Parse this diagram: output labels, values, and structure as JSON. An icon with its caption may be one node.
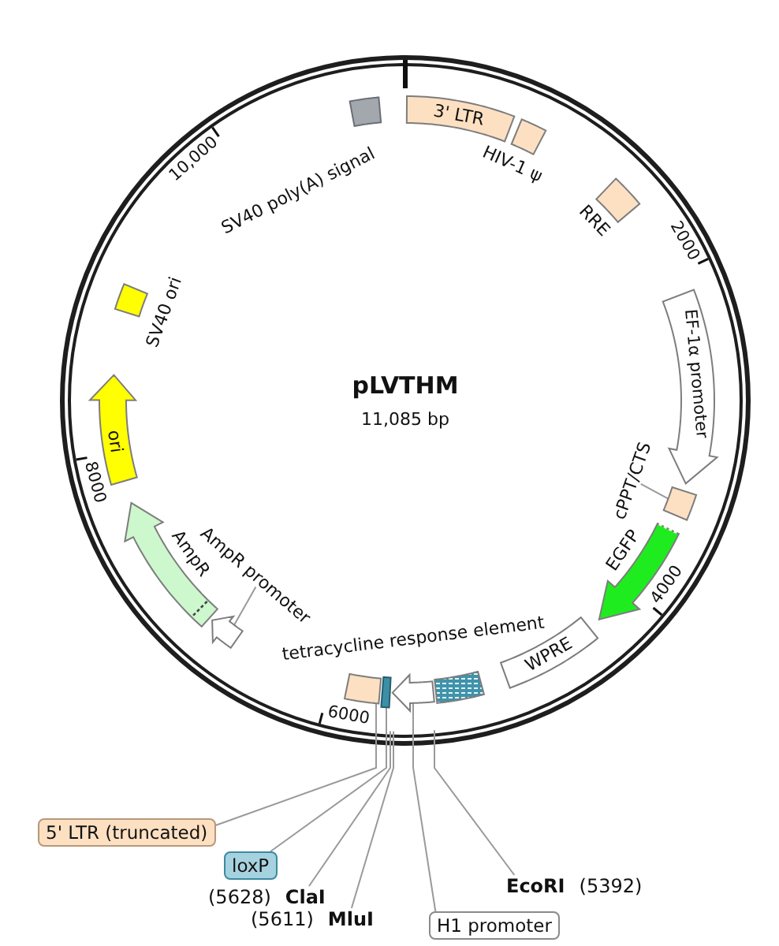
{
  "diagram": {
    "title": "pLVTHM",
    "nodes": [
      {
        "text": [
          "3' LTR"
        ]
      },
      {
        "text": [],
        "shape": "box",
        "beside": [
          "HIV-1 ψ"
        ]
      },
      {
        "text": [],
        "shape": "box",
        "beside": [
          "RRE"
        ]
      },
      {
        "text": [
          "EF-1α promoter"
        ]
      },
      {
        "text": [
          "cPPT/CTS"
        ]
      },
      {
        "text": [],
        "shape": "box"
      },
      {
        "text": [],
        "shape": "arrow",
        "beside": [
          "EGFP"
        ]
      },
      {
        "text": [
          "WPRE"
        ]
      },
      {
        "text": [],
        "shape": "box"
      },
      {
        "text": [],
        "shape": "arrow"
      },
      {
        "text": [],
        "shape": "bar"
      },
      {
        "text": [],
        "shape": "box"
      },
      {
        "text": [
          "AmpR promoter"
        ]
      },
      {
        "text": [],
        "shape": "arrow"
      },
      {
        "text": [],
        "shape": "arrow",
        "beside": [
          "AmpR"
        ]
      },
      {
        "text": [
          "ori"
        ]
      },
      {
        "text": [],
        "shape": "box",
        "beside": [
          "SV40 ori"
        ]
      },
      {
        "text": [],
        "shape": "box",
        "beside": [
          "SV40 poly(A) signal"
        ]
      },
      {
        "text": [
          "5' LTR (truncated)"
        ]
      },
      {
        "text": [
          "loxP"
        ]
      },
      {
        "text": [
          "EcoRI",
          "(5392)"
        ]
      },
      {
        "text": [
          "(5628)",
          "ClaI"
        ]
      },
      {
        "text": [
          "(5611)",
          "MluI"
        ]
      },
      {
        "text": [
          "H1 promoter"
        ]
      }
    ],
    "edges": [
      {
        "from": 4,
        "to": 5,
        "arrow": "none"
      },
      {
        "from": 12,
        "to": 13,
        "arrow": "none"
      },
      {
        "from": 18,
        "to": 11,
        "arrow": "none"
      },
      {
        "from": 19,
        "to": 10,
        "arrow": "none"
      },
      {
        "from": 20,
        "to": null,
        "arrow": "none"
      },
      {
        "from": 21,
        "to": null,
        "arrow": "none"
      },
      {
        "from": 22,
        "to": null,
        "arrow": "none"
      },
      {
        "from": 23,
        "to": 9,
        "arrow": "none"
      }
    ],
    "labels": [
      "10,000",
      "2000",
      "11,085 bp",
      "8000",
      "4000",
      "tetracycline response element",
      "6000"
    ]
  }
}
